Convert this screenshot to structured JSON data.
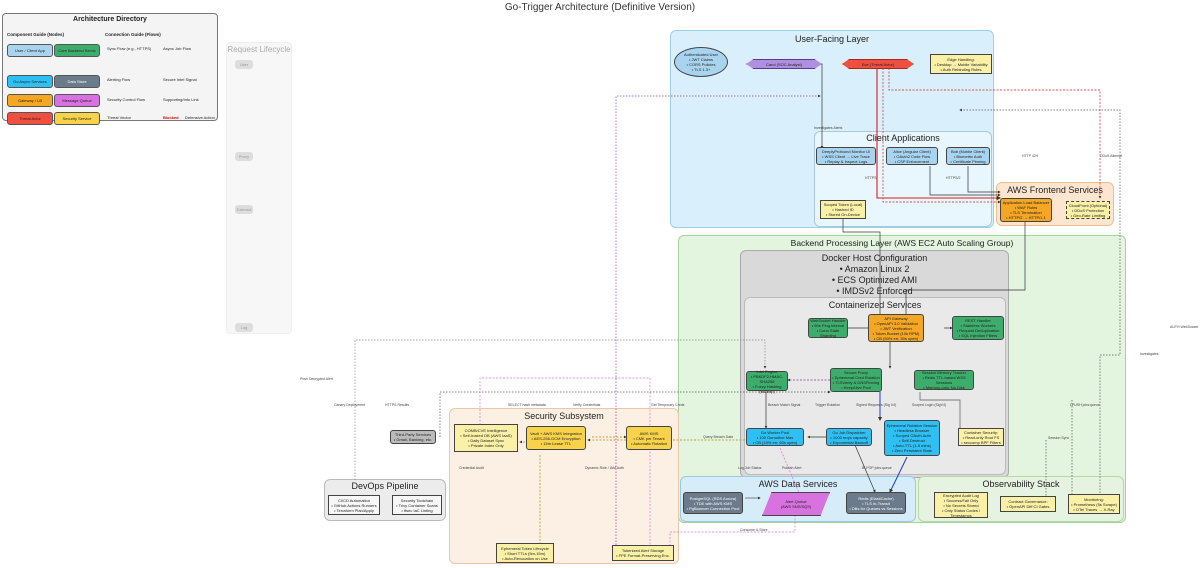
{
  "title": "Go-Trigger Architecture (Definitive Version)",
  "legend": {
    "title": "Architecture Directory",
    "component_header": "Component Guide (Nodes)",
    "connection_header": "Connection Guide (Flows)",
    "components": [
      "User / Client App",
      "Core Backend Servic",
      "Go Async Services",
      "Data Store",
      "Gateway / LB",
      "Message Queue",
      "Threat Actor",
      "Security Service"
    ],
    "flows": [
      "Sync Flow (e.g., HTTPS)",
      "Async Job Flow",
      "Alerting Flow",
      "Secure Intel Signal",
      "Security Control Flow",
      "Supporting/Info Link",
      "Threat Vector",
      "Blocked",
      "Defensive Action"
    ]
  },
  "request_lifecycle": {
    "label": "Request Lifecycle",
    "stages": [
      "User",
      "Proxy",
      "External",
      "Log"
    ]
  },
  "user_layer": {
    "title": "User-Facing Layer",
    "auth_user": [
      "Authenticated User",
      "• JWT Claims",
      "• CORS Policies",
      "• TLS 1.3+"
    ],
    "carol": "Carol (SOC Analyst)",
    "eve": "Eve (Threat Actor)",
    "edge": [
      "Edge Handling:",
      "• Desktop → Mobile Variability",
      "• Auth Rebinding Rules"
    ]
  },
  "client_apps": {
    "title": "Client Applications",
    "deeply": [
      "DeeplyProfound Monitor UI",
      "• WSS Client → Live Trace",
      "• Replay & Inspect Logs"
    ],
    "alice": [
      "Alice (Angular Client)",
      "• OAuth2 Code Flow",
      "• CSP Enforcement"
    ],
    "bob": [
      "Bob (Mobile Client)",
      "• Biometric Auth",
      "• Certificate Pinning"
    ]
  },
  "scoped_token": [
    "Scoped Token (Local)",
    "• Hashed ID",
    "• Stored On-Device"
  ],
  "frontend": {
    "title": "AWS Frontend Services",
    "alb": [
      "Application Load Balancer",
      "• WAF Rules",
      "• TLS Termination",
      "• HTTP/2 → HTTP/1.1"
    ],
    "cloudfront": [
      "CloudFront (Optional)",
      "• DDoS Protection",
      "• Geo-Rate Limiting"
    ]
  },
  "backend": {
    "title": "Backend Processing Layer (AWS EC2 Auto Scaling Group)"
  },
  "docker": {
    "title": "Docker Host Configuration",
    "items": [
      "• Amazon Linux 2",
      "• ECS Optimized AMI",
      "• IMDSv2 Enforced"
    ]
  },
  "containers": {
    "title": "Containerized Services",
    "ws": [
      "WebSocket Handler",
      "• 60s Ping Interval",
      "• Conn State Sharding"
    ],
    "api": [
      "API Gateway",
      "• OpenAPI 3.0 Validation",
      "• JWT Verification",
      "• Token Bucket (10k RPM)",
      "• CB (50% err, 30s open)"
    ],
    "rest": [
      "REST Handler",
      "• Stateless Workers",
      "• Request Deduplication",
      "• SQL Injection Filters"
    ],
    "intel": [
      "Intel Engine",
      "• PBKDF2-HMAC-SHA256",
      "• Fuzzy Hashing (ssdeep)"
    ],
    "proxy": [
      "Secure Proxy",
      "• Ephemeral Cred Rotation",
      "• TLSVerify & DNSPinning",
      "• KeepAlive Pool"
    ],
    "session": [
      "Session Memory Tracker",
      "• Redis TTL-based WSS Sessions",
      "• Memory-only, No Disk"
    ],
    "worker": [
      "Go Worker Pool",
      "• 100 Goroutine Max",
      "• CB (15% err, 60s open)"
    ],
    "dispatch": [
      "Go Job Dispatcher",
      "• 1000 req/s capacity",
      "• Exponential Backoff"
    ],
    "rotation": [
      "Ephemeral Rotation Session",
      "• Headless Browser",
      "• Scoped OAuth Auth",
      "• Self-Destruct",
      "• Auto-TTL (1-5 mins)",
      "• Zero Persistent State"
    ],
    "container_sec": [
      "Container Security:",
      "• Read-only Root FS",
      "• seccomp BPF Filters"
    ]
  },
  "security": {
    "title": "Security Subsystem",
    "comb": [
      "COMB/CVE Intelligence",
      "• Self-hosted DB (AWS IaaS)",
      "• Daily Dataset Sync",
      "• Private Index Only"
    ],
    "vault": [
      "Vault + AWS KMS Integration",
      "• AES-256-GCM Encryption",
      "• 15m Lease TTL"
    ],
    "kms": [
      "AWS KMS",
      "• CMK per Tenant",
      "• Automatic Rotation"
    ],
    "ephemeral": [
      "Ephemeral Token Lifecycle",
      "• Short TTLs (5m-15m)",
      "• Auto-Revocation on Use"
    ],
    "tokenized": [
      "Tokenized Alert Storage",
      "• FPE Format-Preserving Enc."
    ]
  },
  "third_party": [
    "Third-Party Services",
    "• Gmail, Banking, etc."
  ],
  "devops": {
    "title": "DevOps Pipeline",
    "cicd": [
      "CI/CD Automation",
      "• GitHub Actions Runners",
      "• Terraform Plan/Apply"
    ],
    "toolchain": [
      "Security Toolchain",
      "• Trivy Container Scans",
      "• tfsec IaC Linting"
    ]
  },
  "data": {
    "title": "AWS Data Services",
    "postgres": [
      "PostgreSQL (RDS Aurora)",
      "• TDE with AWS KMS",
      "• PgBouncer Connection Pool"
    ],
    "queue": [
      "Alert Queue",
      "(AWS SNS/SQS)"
    ],
    "redis": [
      "Redis (ElastiCache)",
      "• TLS In-Transit",
      "• DBs for Queues vs Sessions"
    ]
  },
  "observability": {
    "title": "Observability Stack",
    "audit": [
      "Encrypted Audit Log",
      "• Success/Fail Only",
      "• No Secrets Stored",
      "• Only Status Codes / Timestamps"
    ],
    "contract": [
      "Contract Governance:",
      "• OpenAPI Diff CI Gates"
    ],
    "monitoring": [
      "Monitoring:",
      "• Prometheus (5s Scrape)",
      "• OTel Traces → X-Ray"
    ]
  },
  "flow_labels": [
    "Investigates Alerts",
    "HTTP 429",
    "DDoS Attempt",
    "HTTPS/2",
    "HTTPS",
    "Push Decrypted Alert",
    "Canary Deployment",
    "HTTPS Results",
    "SELECT hash metadata",
    "Verify Credentials",
    "Get Temporary Creds",
    "Breach Match Signal",
    "Trigger Rotation",
    "Signed Requests (Sig V4)",
    "Scoped Login (SigV4)",
    "LPUSH jobs:queue",
    "Query Breach Data",
    "Credential Audit",
    "Dynamic Role / IAM Auth",
    "Log Job Status",
    "Publish Alert",
    "BLPOP jobs:queue",
    "Session Sync",
    "Consume & Store",
    "AUTH WebSocket",
    "Investigates"
  ],
  "colors": {
    "user": "#a9d4ef",
    "core": "#3dad6c",
    "go_async": "#2ec0f4",
    "data": "#6b7b8c",
    "gateway": "#f5a623",
    "queue": "#d772e0",
    "threat": "#f04e3e",
    "security": "#f8d34a"
  }
}
